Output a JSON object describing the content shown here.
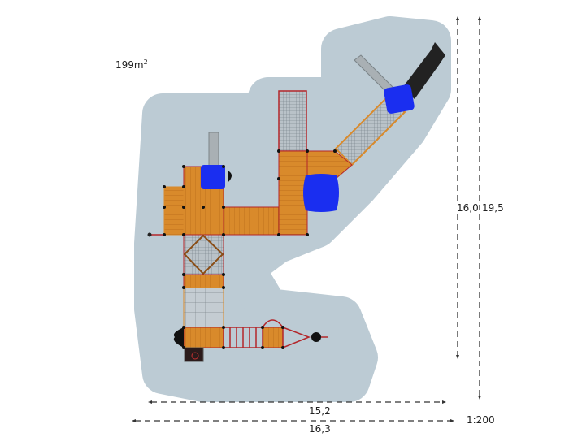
{
  "area": {
    "value": "199m",
    "unit_sup": "2"
  },
  "dimensions": {
    "width_inner": "15,2",
    "width_outer": "16,3",
    "height_inner": "16,0",
    "height_outer": "19,5"
  },
  "scale": "1:200",
  "colors": {
    "safety_zone": "#bccbd4",
    "wood": "#d98a2b",
    "slide_hood": "#1a2ef0",
    "frame": "#b3262a",
    "net": "#9aa3aa",
    "dim_line": "#333333"
  }
}
